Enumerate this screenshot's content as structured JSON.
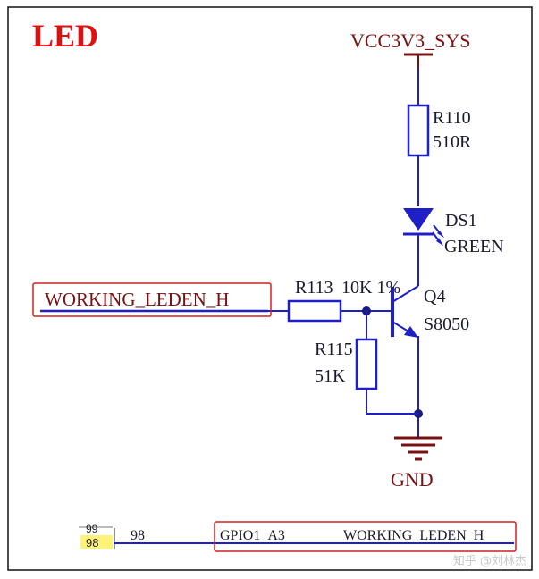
{
  "title": "LED",
  "power": {
    "net": "VCC3V3_SYS"
  },
  "resistors": [
    {
      "ref": "R110",
      "value": "510R"
    },
    {
      "ref": "R113",
      "value": "10K 1%"
    },
    {
      "ref": "R115",
      "value": "51K"
    }
  ],
  "led": {
    "ref": "DS1",
    "color": "GREEN"
  },
  "transistor": {
    "ref": "Q4",
    "part": "S8050"
  },
  "net_label": "WORKING_LEDEN_H",
  "ground": "GND",
  "connector": {
    "pin_partial": "99",
    "pin_box": "98",
    "pin_number": "98",
    "signal": "GPIO1_A3",
    "net": "WORKING_LEDEN_H"
  },
  "watermark": "知乎 @刘林杰",
  "colors": {
    "wire": "#1f1fc8",
    "symbol_dark": "#7a1010",
    "title": "#e01010",
    "highlight": "#d02020",
    "text": "#1a1a2e",
    "pin_fill": "#fff27a"
  }
}
